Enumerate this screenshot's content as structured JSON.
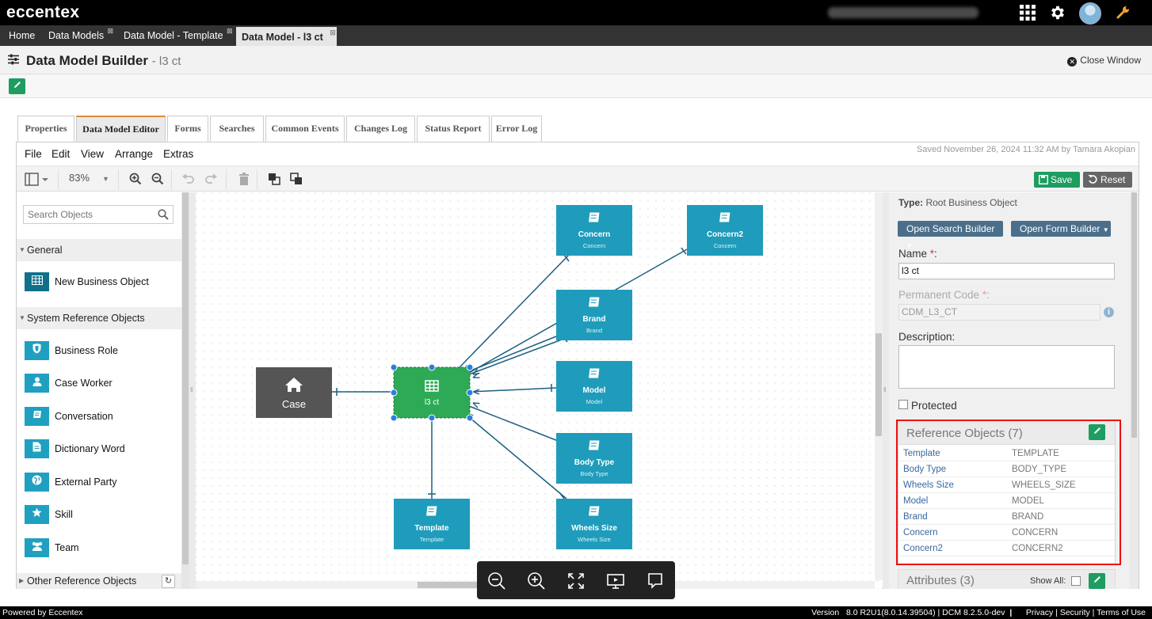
{
  "app": {
    "logo": "eccentex",
    "footer_left": "Powered by Eccentex",
    "version_label": "Version",
    "version_value": "8.0 R2U1(8.0.14.39504) | DCM 8.2.5.0-dev",
    "footer_links": [
      "Privacy",
      "Security",
      "Terms of Use"
    ]
  },
  "window_tabs": [
    {
      "label": "Home",
      "closable": false
    },
    {
      "label": "Data Models",
      "closable": true
    },
    {
      "label": "Data Model - Template",
      "closable": true
    },
    {
      "label": "Data Model - l3 ct",
      "closable": true,
      "active": true
    }
  ],
  "title": {
    "main": "Data Model Builder",
    "sub": "- l3 ct",
    "close_window": "Close Window"
  },
  "doc_tabs": [
    "Properties",
    "Data Model Editor",
    "Forms",
    "Searches",
    "Common Events",
    "Changes Log",
    "Status Report",
    "Error Log"
  ],
  "active_doc_tab": "Data Model Editor",
  "menu": [
    "File",
    "Edit",
    "View",
    "Arrange",
    "Extras"
  ],
  "saved_text": "Saved November 26, 2024 11:32 AM by Tamara Akopian",
  "toolbar": {
    "zoom": "83%",
    "save": "Save",
    "reset": "Reset"
  },
  "left_panel": {
    "search_placeholder": "Search Objects",
    "groups": [
      {
        "label": "General",
        "expanded": true,
        "items": [
          {
            "label": "New Business Object",
            "icon": "table-icon"
          }
        ]
      },
      {
        "label": "System Reference Objects",
        "expanded": true,
        "items": [
          {
            "label": "Business Role",
            "icon": "shield-icon"
          },
          {
            "label": "Case Worker",
            "icon": "user-icon"
          },
          {
            "label": "Conversation",
            "icon": "book-icon"
          },
          {
            "label": "Dictionary Word",
            "icon": "document-icon"
          },
          {
            "label": "External Party",
            "icon": "globe-icon"
          },
          {
            "label": "Skill",
            "icon": "star-icon"
          },
          {
            "label": "Team",
            "icon": "users-icon"
          }
        ]
      },
      {
        "label": "Other Reference Objects",
        "expanded": false,
        "items": []
      }
    ]
  },
  "diagram": {
    "nodes": [
      {
        "id": "case",
        "title": "Case",
        "subtitle": "",
        "kind": "case",
        "color": "#555555"
      },
      {
        "id": "l3ct",
        "title": "l3 ct",
        "subtitle": "",
        "kind": "root",
        "color": "#2eaa57"
      },
      {
        "id": "concern",
        "title": "Concern",
        "subtitle": "Concern",
        "kind": "ref",
        "color": "#1f9cbb"
      },
      {
        "id": "concern2",
        "title": "Concern2",
        "subtitle": "Concern",
        "kind": "ref",
        "color": "#1f9cbb"
      },
      {
        "id": "brand",
        "title": "Brand",
        "subtitle": "Brand",
        "kind": "ref",
        "color": "#1f9cbb"
      },
      {
        "id": "model",
        "title": "Model",
        "subtitle": "Model",
        "kind": "ref",
        "color": "#1f9cbb"
      },
      {
        "id": "bodytype",
        "title": "Body Type",
        "subtitle": "Body Type",
        "kind": "ref",
        "color": "#1f9cbb"
      },
      {
        "id": "wheels",
        "title": "Wheels Size",
        "subtitle": "Wheels Size",
        "kind": "ref",
        "color": "#1f9cbb"
      },
      {
        "id": "template",
        "title": "Template",
        "subtitle": "Template",
        "kind": "ref",
        "color": "#1f9cbb"
      }
    ]
  },
  "properties": {
    "type_label": "Type:",
    "type_value": "Root Business Object",
    "open_search_builder": "Open Search Builder",
    "open_form_builder": "Open Form Builder",
    "name_label": "Name",
    "name_value": "l3 ct",
    "permanent_code_label": "Permanent Code",
    "permanent_code_value": "CDM_L3_CT",
    "description_label": "Description:",
    "description_value": "",
    "protected_label": "Protected",
    "reference_objects_title": "Reference Objects (7)",
    "reference_objects": [
      {
        "name": "Template",
        "code": "TEMPLATE"
      },
      {
        "name": "Body Type",
        "code": "BODY_TYPE"
      },
      {
        "name": "Wheels Size",
        "code": "WHEELS_SIZE"
      },
      {
        "name": "Model",
        "code": "MODEL"
      },
      {
        "name": "Brand",
        "code": "BRAND"
      },
      {
        "name": "Concern",
        "code": "CONCERN"
      },
      {
        "name": "Concern2",
        "code": "CONCERN2"
      }
    ],
    "attributes_title": "Attributes (3)",
    "show_all": "Show All:"
  },
  "colors": {
    "accent_green": "#1d9d5f",
    "ref_blue": "#1f9cbb",
    "highlight_red": "#ee1111"
  }
}
